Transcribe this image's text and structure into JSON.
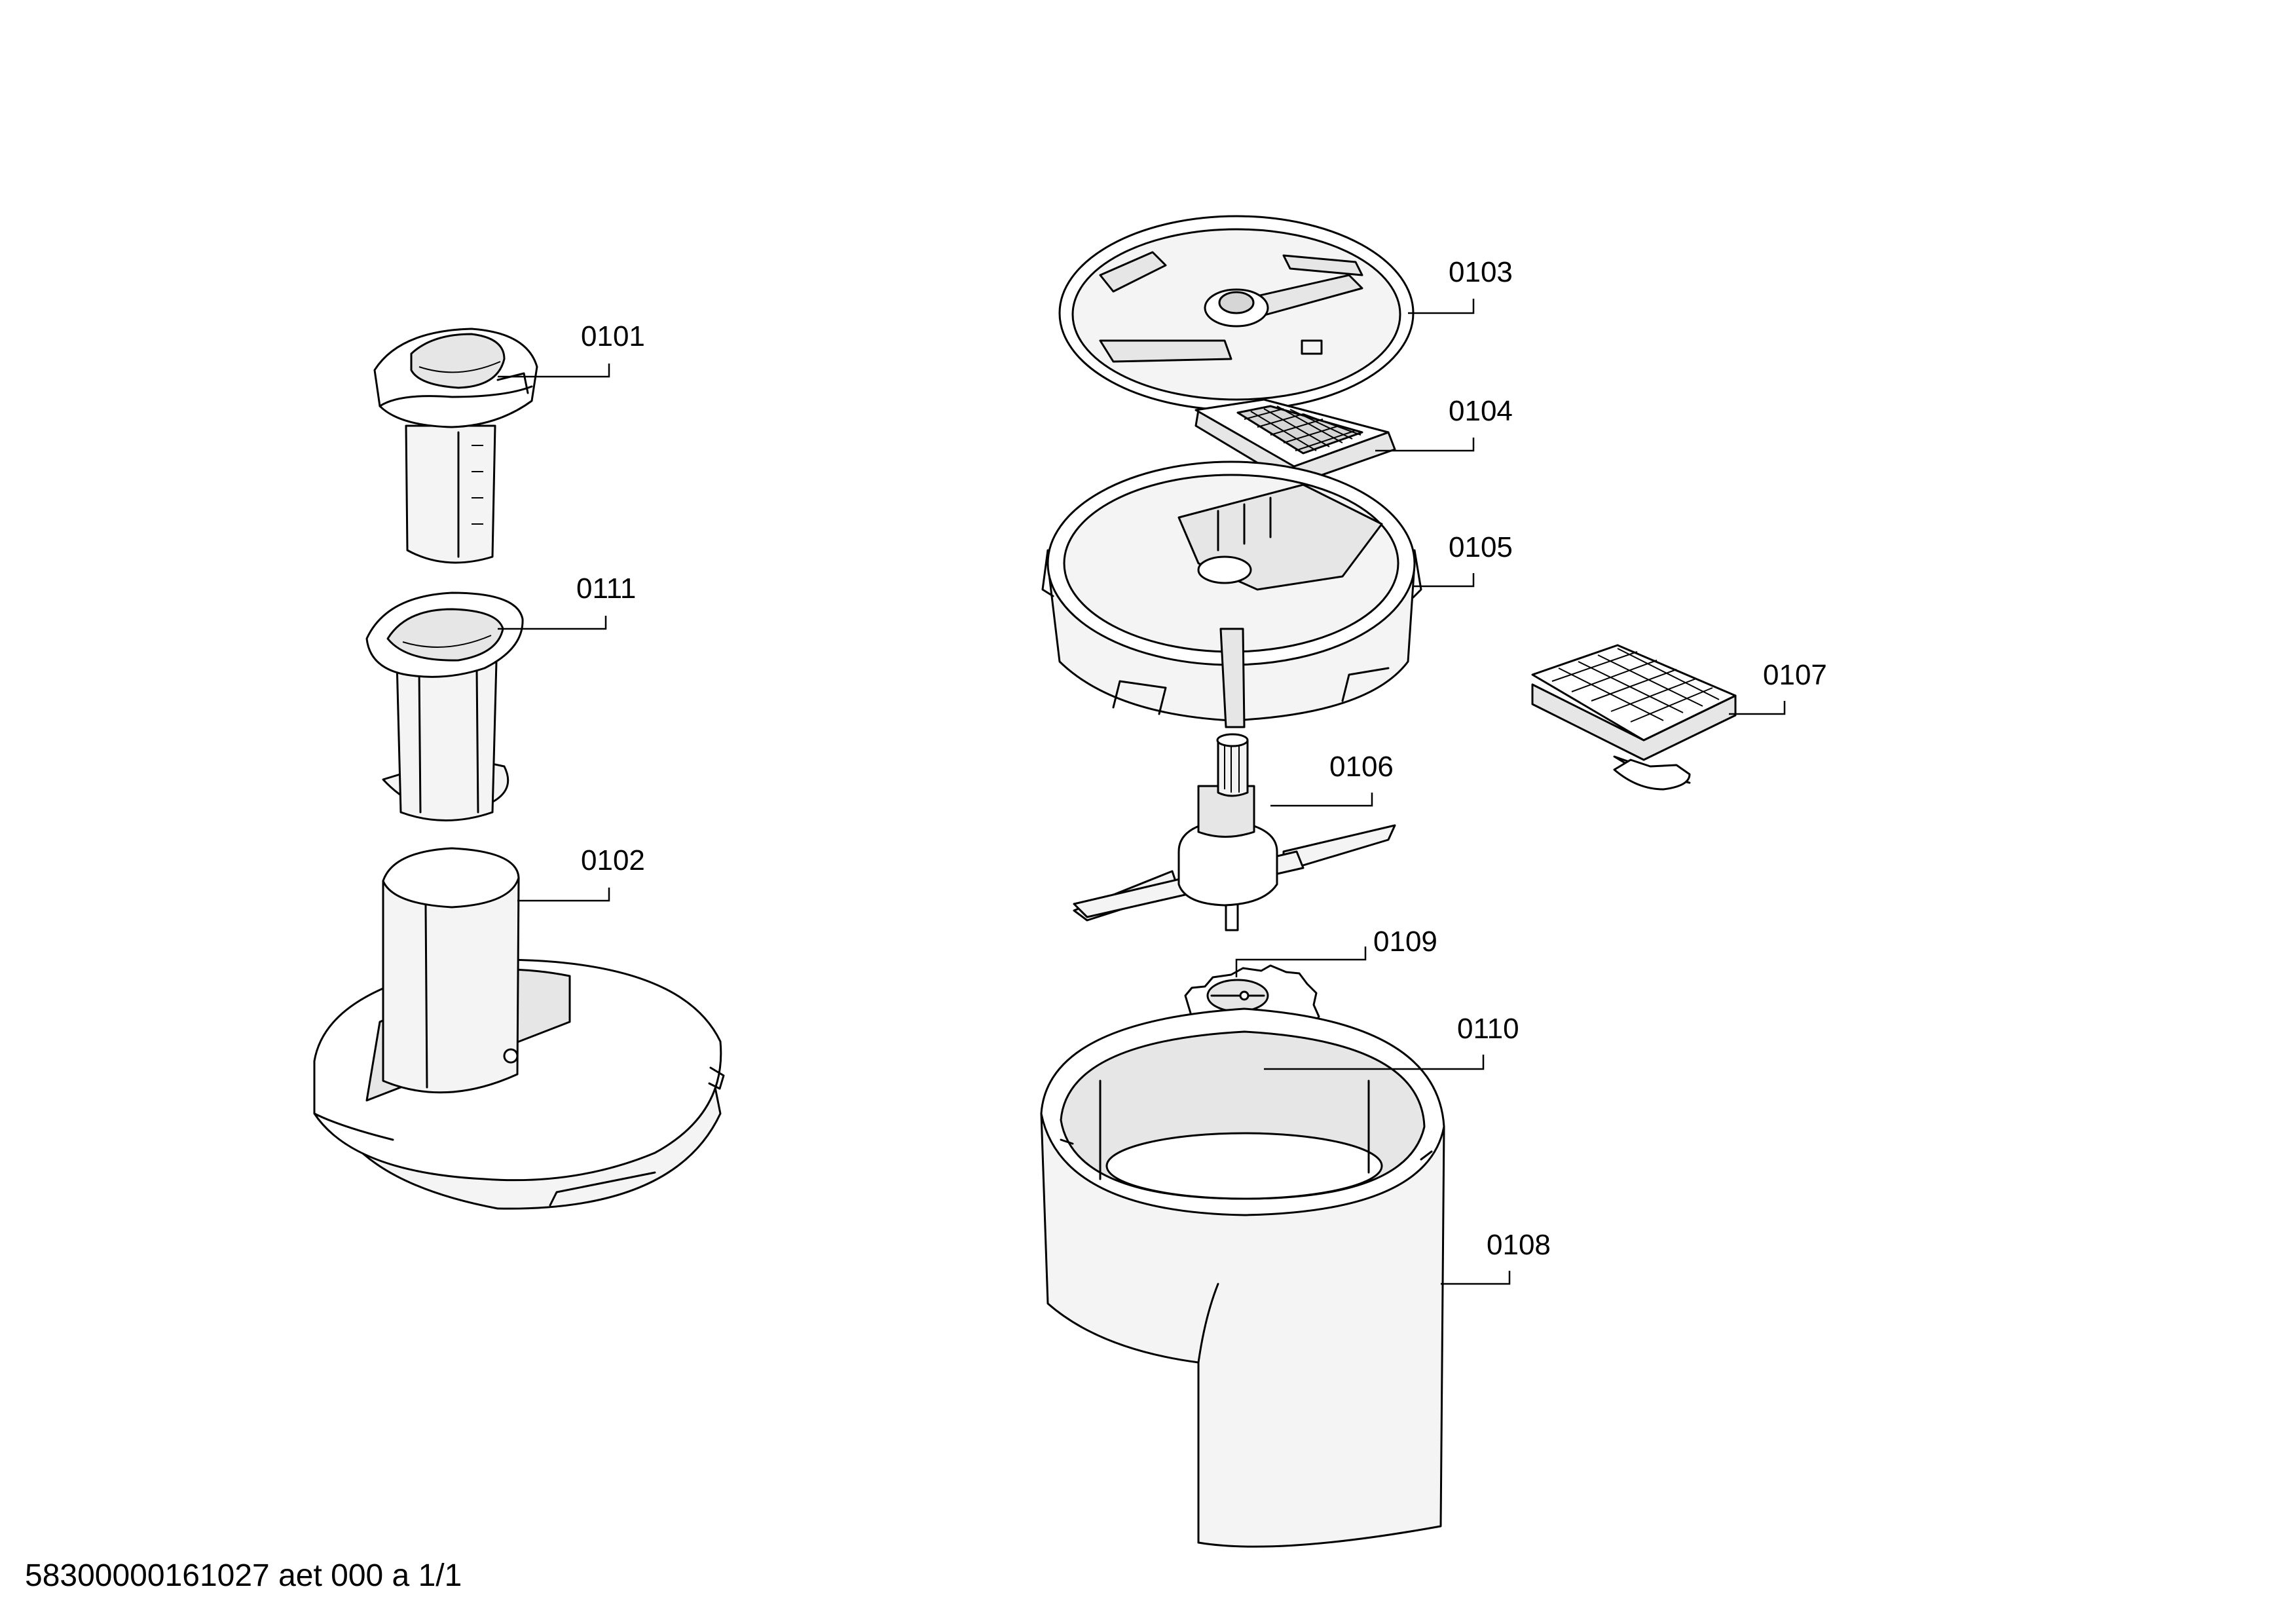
{
  "parts": [
    {
      "id": "part-0101",
      "label": "0101"
    },
    {
      "id": "part-0111",
      "label": "0111"
    },
    {
      "id": "part-0102",
      "label": "0102"
    },
    {
      "id": "part-0103",
      "label": "0103"
    },
    {
      "id": "part-0104",
      "label": "0104"
    },
    {
      "id": "part-0105",
      "label": "0105"
    },
    {
      "id": "part-0107",
      "label": "0107"
    },
    {
      "id": "part-0106",
      "label": "0106"
    },
    {
      "id": "part-0109",
      "label": "0109"
    },
    {
      "id": "part-0110",
      "label": "0110"
    },
    {
      "id": "part-0108",
      "label": "0108"
    }
  ],
  "footer": {
    "document_code": "58300000161027 aet 000 a 1/1"
  }
}
